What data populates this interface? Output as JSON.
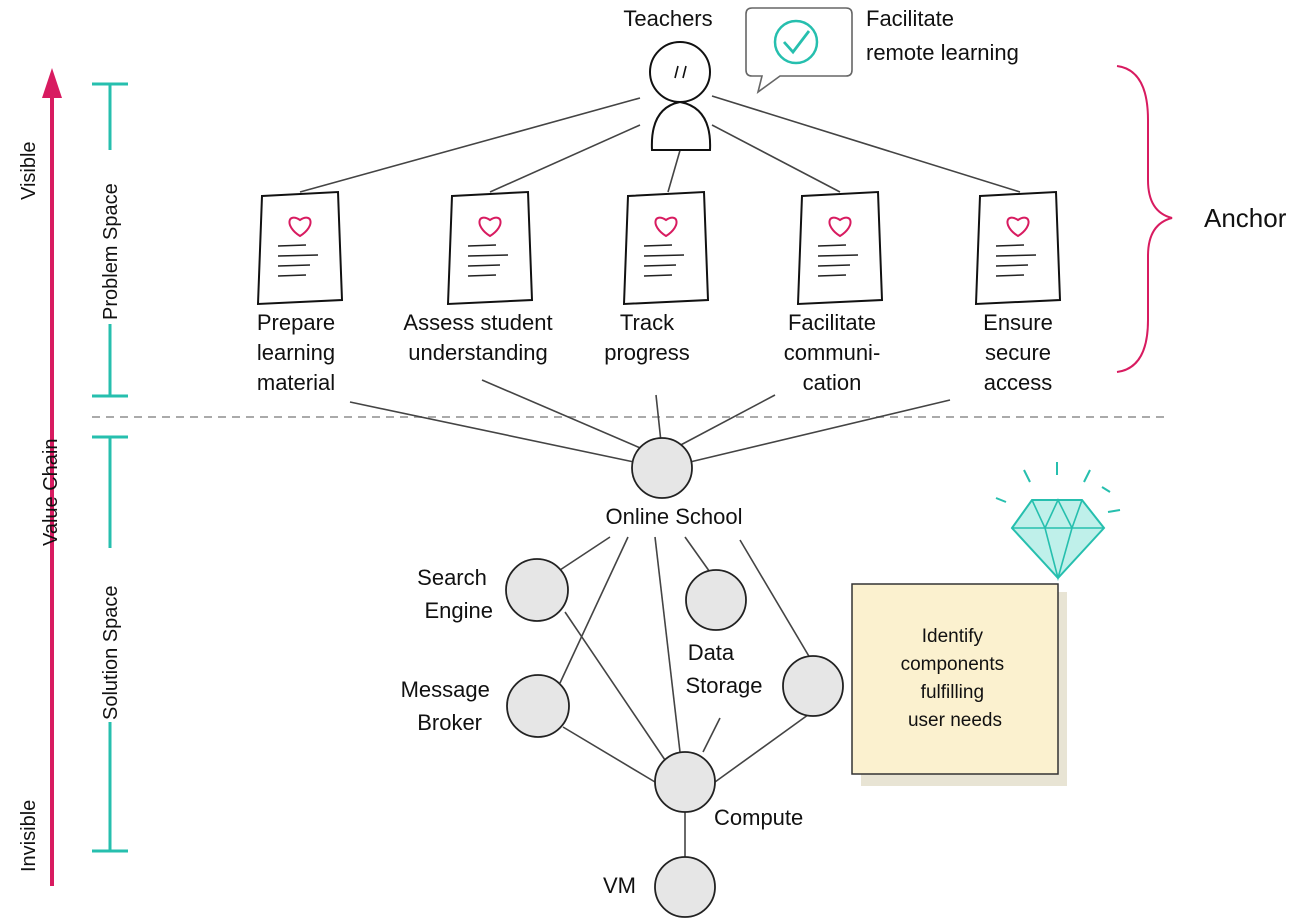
{
  "user": {
    "label": "Teachers",
    "speech": [
      "Facilitate",
      "remote learning"
    ]
  },
  "needs": [
    {
      "label": [
        "Prepare",
        "learning",
        "material"
      ]
    },
    {
      "label": [
        "Assess student",
        "understanding"
      ]
    },
    {
      "label": [
        "Track",
        "progress"
      ]
    },
    {
      "label": [
        "Facilitate",
        "communi-",
        "cation"
      ]
    },
    {
      "label": [
        "Ensure",
        "secure",
        "access"
      ]
    }
  ],
  "anchor_label": "Anchor",
  "axis": {
    "top": "Visible",
    "middle": "Value Chain",
    "bottom": "Invisible",
    "problem_space": "Problem Space",
    "solution_space": "Solution Space"
  },
  "components": {
    "online_school": "Online School",
    "search_engine": [
      "Search",
      "Engine"
    ],
    "data_storage": [
      "Data",
      "Storage"
    ],
    "message_broker": [
      "Message",
      "Broker"
    ],
    "compute": "Compute",
    "vm": "VM"
  },
  "sticky_note": [
    "Identify",
    "components",
    "fulfilling",
    "user needs"
  ],
  "colors": {
    "accent_pink": "#d81b60",
    "accent_teal": "#26bfae",
    "sticky_fill": "#fbf1cf",
    "node_fill": "#e6e6e6",
    "separator": "#aaaaaa"
  }
}
